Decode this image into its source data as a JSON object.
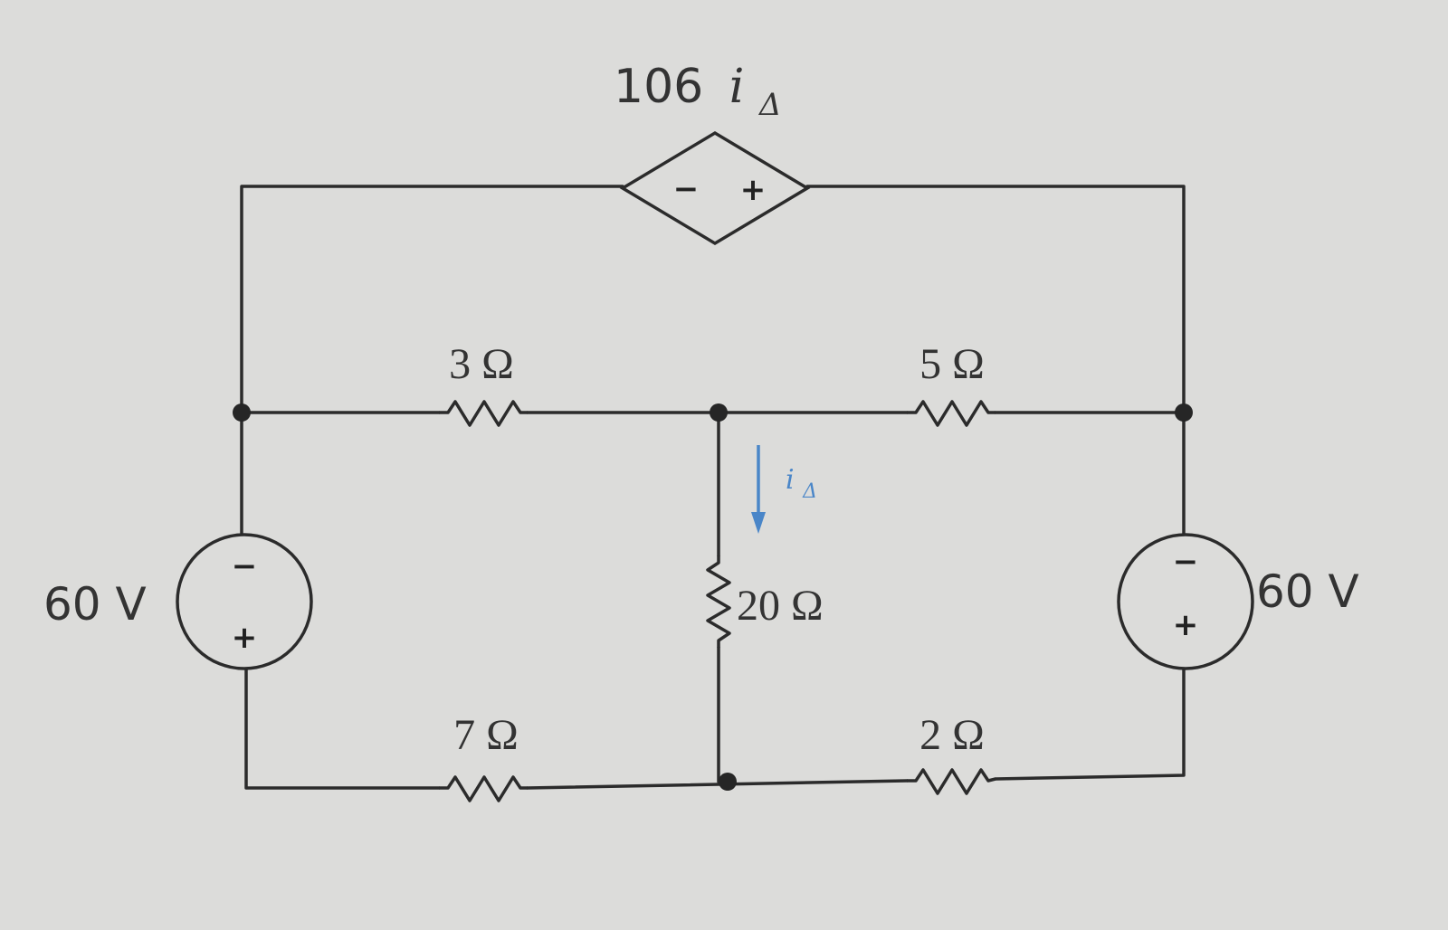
{
  "dependent_source": {
    "coefficient": "106",
    "variable": "i",
    "subscript": "Δ",
    "minus_sign": "−",
    "plus_sign": "+"
  },
  "resistors": {
    "r_top_left": "3 Ω",
    "r_top_right": "5 Ω",
    "r_middle": "20 Ω",
    "r_bottom_left": "7 Ω",
    "r_bottom_right": "2 Ω"
  },
  "sources": {
    "left_label": "60 V",
    "right_label": "60 V",
    "minus_sign": "−",
    "plus_sign": "+"
  },
  "current": {
    "symbol": "i",
    "subscript": "Δ",
    "arrow_color": "#4a86c8"
  }
}
